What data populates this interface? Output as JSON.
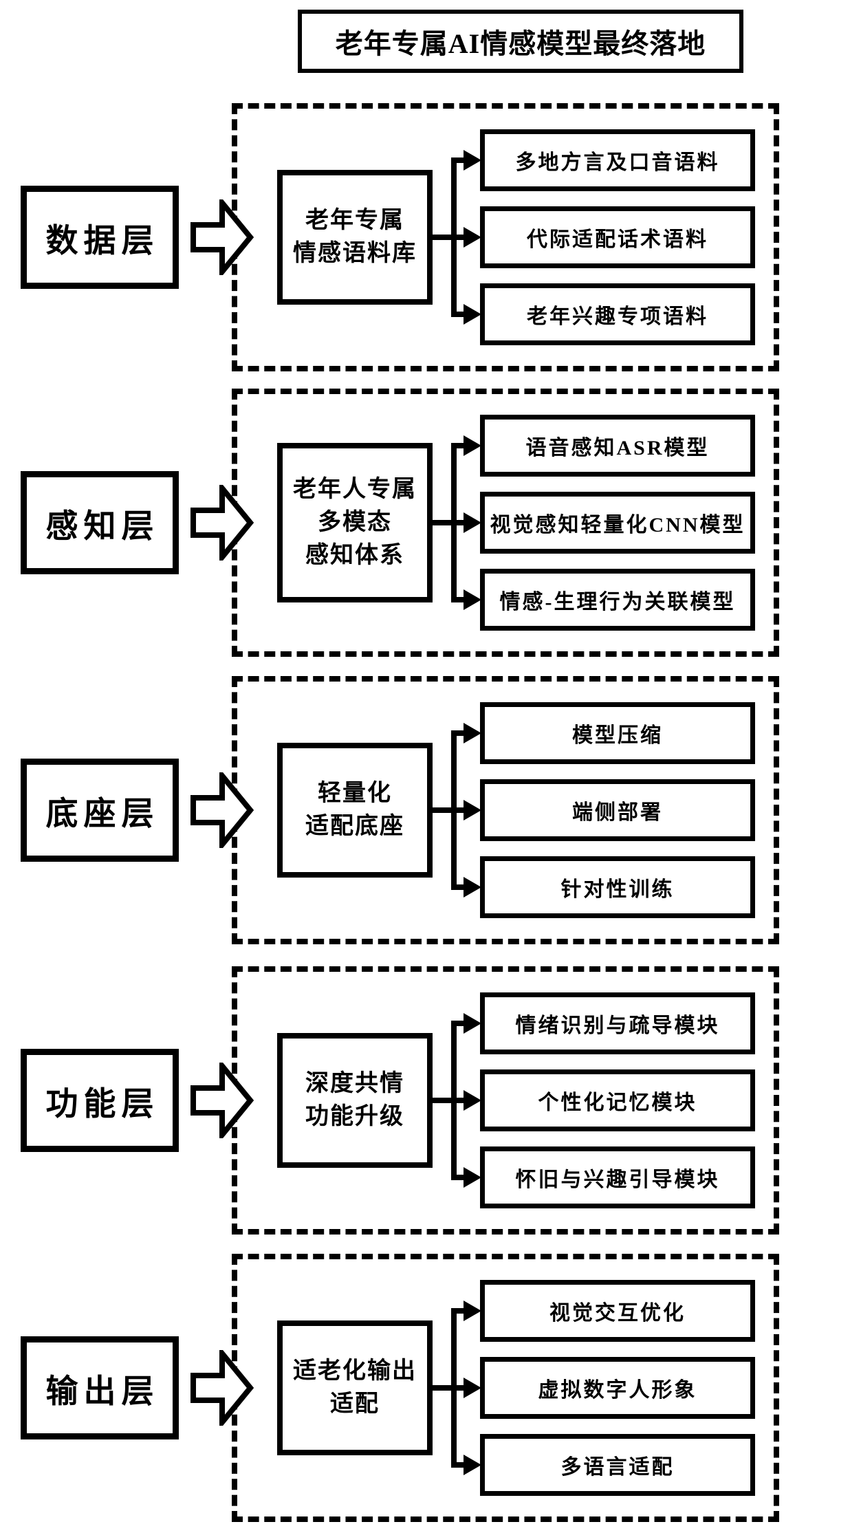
{
  "colors": {
    "ink": "#000000",
    "background": "#ffffff"
  },
  "title": "老年专属AI情感模型最终落地",
  "sections": [
    {
      "layer": "数据层",
      "hub": "老年专属\n情感语料库",
      "leaves": [
        "多地方言及口音语料",
        "代际适配话术语料",
        "老年兴趣专项语料"
      ]
    },
    {
      "layer": "感知层",
      "hub": "老年人专属\n多模态\n感知体系",
      "leaves": [
        "语音感知ASR模型",
        "视觉感知轻量化CNN模型",
        "情感-生理行为关联模型"
      ]
    },
    {
      "layer": "底座层",
      "hub": "轻量化\n适配底座",
      "leaves": [
        "模型压缩",
        "端侧部署",
        "针对性训练"
      ]
    },
    {
      "layer": "功能层",
      "hub": "深度共情\n功能升级",
      "leaves": [
        "情绪识别与疏导模块",
        "个性化记忆模块",
        "怀旧与兴趣引导模块"
      ]
    },
    {
      "layer": "输出层",
      "hub": "适老化输出\n适配",
      "leaves": [
        "视觉交互优化",
        "虚拟数字人形象",
        "多语言适配"
      ]
    }
  ]
}
